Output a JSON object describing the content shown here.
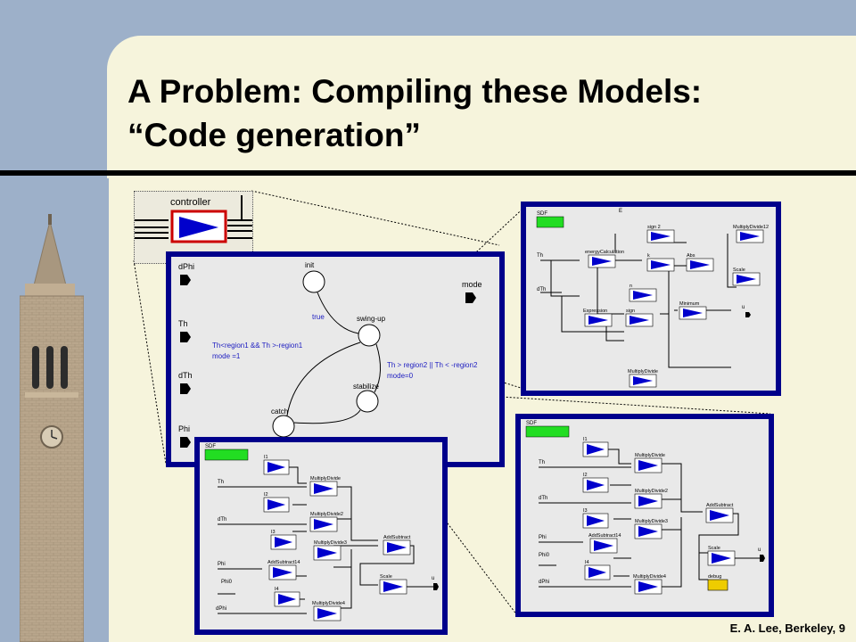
{
  "slide": {
    "title_line1": "A Problem: Compiling these Models:",
    "title_line2": "“Code generation”",
    "footer": "E. A. Lee, Berkeley, 9"
  },
  "controller": {
    "label": "controller"
  },
  "fsm": {
    "ports": [
      "dPhi",
      "Th",
      "dTh",
      "Phi"
    ],
    "output": "mode",
    "states": [
      "init",
      "swing-up",
      "stabilize",
      "catch"
    ],
    "labels": {
      "t_true": "true",
      "guard1": "Th<region1 && Th >-region1",
      "action1": "mode =1",
      "guard2": "Th > region2 || Th < -region2",
      "action2": "mode=0"
    }
  },
  "sdf_badge": "SDF",
  "top_right": {
    "inputs": [
      "Th",
      "dTh"
    ],
    "blocks": {
      "energy": "energyCalculation",
      "sign2": "sign 2",
      "k": "k",
      "abs": "Abs",
      "md12": "MultiplyDivide12",
      "scale": "Scale",
      "n": "n",
      "minimum": "Minimum",
      "expression": "Expression",
      "sign": "sign",
      "md": "MultiplyDivide",
      "e": "E",
      "u": "u"
    }
  },
  "bottom_left": {
    "inputs": [
      "Th",
      "dTh",
      "Phi",
      "Phi0",
      "dPhi"
    ],
    "blocks": {
      "i1": "I1",
      "i2": "I2",
      "i3": "I3",
      "i4": "I4",
      "md": "MultiplyDivide",
      "md2": "MultiplyDivide2",
      "md3": "MultiplyDivide3",
      "md4": "MultiplyDivide4",
      "as14": "AddSubtract14",
      "as": "AddSubtract",
      "scale": "Scale",
      "u": "u"
    }
  },
  "bottom_right": {
    "inputs": [
      "Th",
      "dTh",
      "Phi",
      "Phi0",
      "dPhi"
    ],
    "blocks": {
      "i1": "I1",
      "i2": "I2",
      "i3": "I3",
      "i4": "I4",
      "md": "MultiplyDivide",
      "md2": "MultiplyDivide2",
      "md3": "MultiplyDivide3",
      "md4": "MultiplyDivide4",
      "as14": "AddSubtract14",
      "as": "AddSubtract",
      "scale": "Scale",
      "u": "u",
      "debug": "debug"
    }
  }
}
